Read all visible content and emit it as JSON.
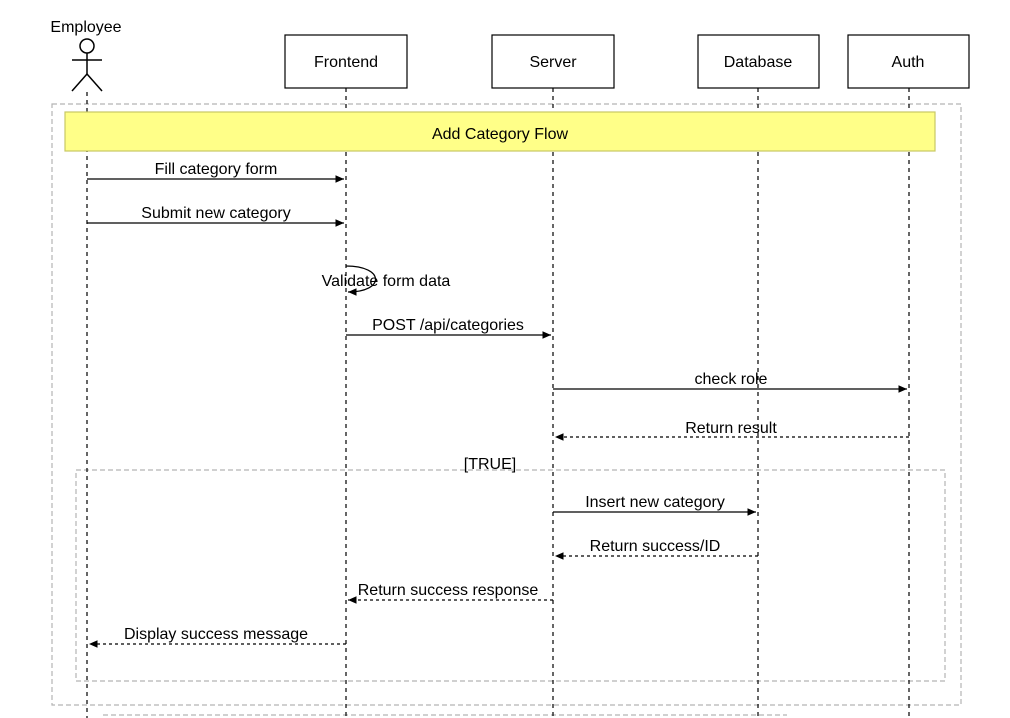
{
  "participants": {
    "employee": "Employee",
    "frontend": "Frontend",
    "server": "Server",
    "database": "Database",
    "auth": "Auth"
  },
  "note": {
    "text": "Add Category Flow",
    "fill": "#ffff88",
    "stroke": "#c8c864"
  },
  "condition": "[TRUE]",
  "messages": [
    {
      "text": "Fill category form",
      "style": "solid"
    },
    {
      "text": "Submit new category",
      "style": "solid"
    },
    {
      "text": "Validate form data",
      "style": "solid"
    },
    {
      "text": "POST /api/categories",
      "style": "solid"
    },
    {
      "text": "check role",
      "style": "solid"
    },
    {
      "text": "Return result",
      "style": "dashed"
    },
    {
      "text": "Insert new category",
      "style": "solid"
    },
    {
      "text": "Return success/ID",
      "style": "dashed"
    },
    {
      "text": "Return success response",
      "style": "dashed"
    },
    {
      "text": "Display success message",
      "style": "dashed"
    }
  ]
}
